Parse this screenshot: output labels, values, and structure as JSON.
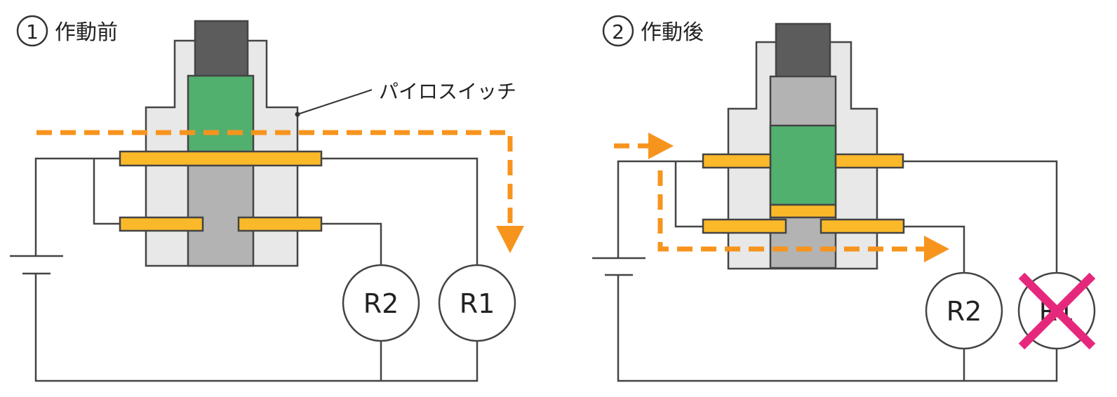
{
  "panel_before": {
    "step_number": "1",
    "title": "作動前",
    "callout": "パイロスイッチ",
    "resistor_r2": "R2",
    "resistor_r1": "R1"
  },
  "panel_after": {
    "step_number": "2",
    "title": "作動後",
    "resistor_r2": "R2",
    "resistor_r1": "R1"
  },
  "colors": {
    "flow": "#f7941d",
    "contact": "#fbb929",
    "piston": "#52b06e",
    "cross": "#e6287d"
  }
}
